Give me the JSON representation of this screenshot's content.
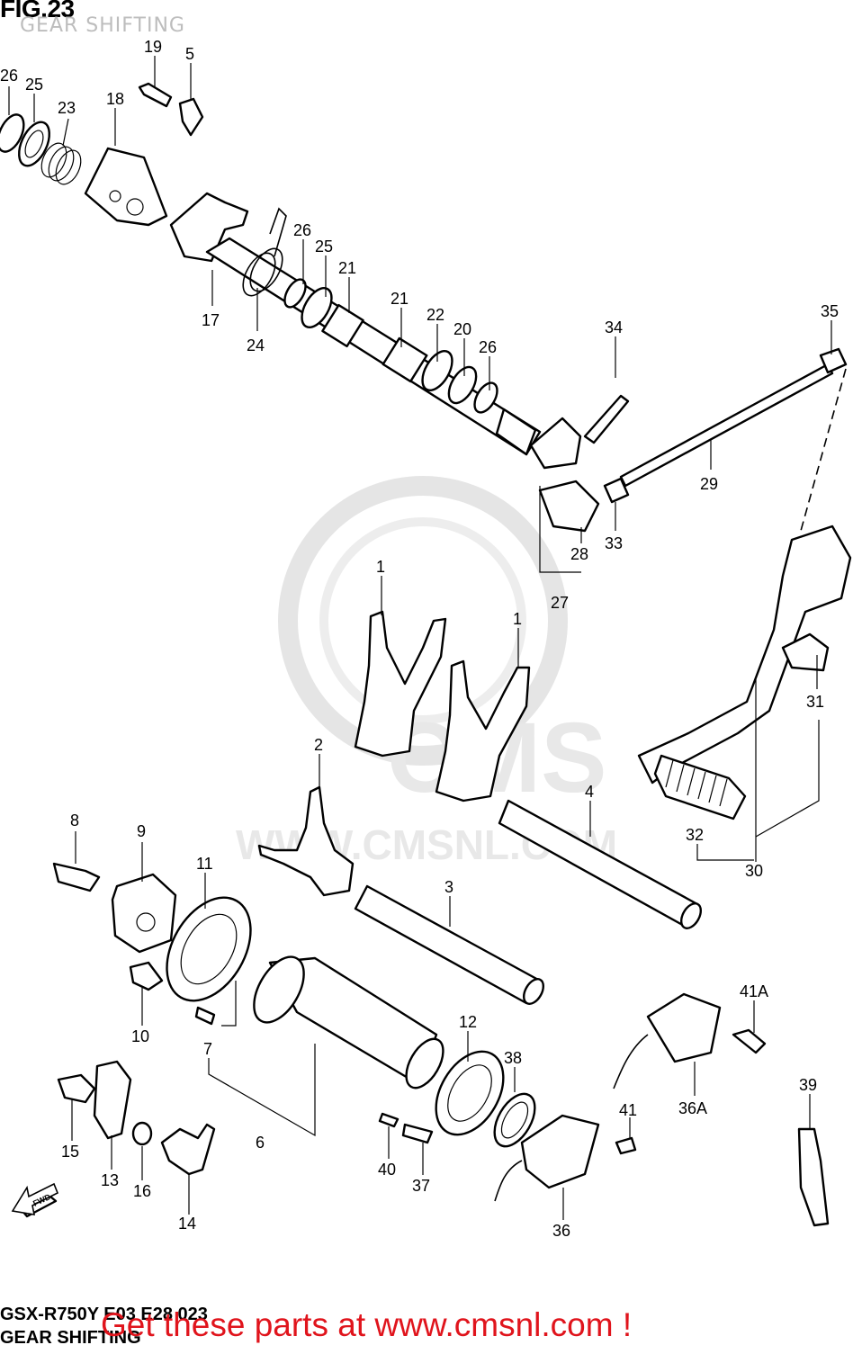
{
  "header": {
    "fig_label": "FIG.23",
    "subtitle": "GEAR SHIFTING"
  },
  "watermark": {
    "text": "WWW.CMSNL.COM",
    "logo_text": "CMS"
  },
  "footer": {
    "model_code": "GSX-R750Y E03 E28 023",
    "title": "GEAR SHIFTING",
    "call_to_action": "Get these parts at www.cmsnl.com !",
    "cta_color": "#e0141c"
  },
  "direction_arrow": {
    "label": "FWD",
    "icon": "fwd-arrow-icon"
  },
  "callouts": [
    "26",
    "25",
    "23",
    "18",
    "19",
    "5",
    "17",
    "24",
    "26",
    "25",
    "21",
    "21",
    "22",
    "20",
    "26",
    "34",
    "35",
    "29",
    "33",
    "28",
    "27",
    "1",
    "1",
    "2",
    "31",
    "4",
    "32",
    "30",
    "8",
    "9",
    "11",
    "3",
    "10",
    "7",
    "6",
    "12",
    "38",
    "41A",
    "36A",
    "41",
    "39",
    "15",
    "13",
    "16",
    "14",
    "40",
    "37",
    "36"
  ]
}
